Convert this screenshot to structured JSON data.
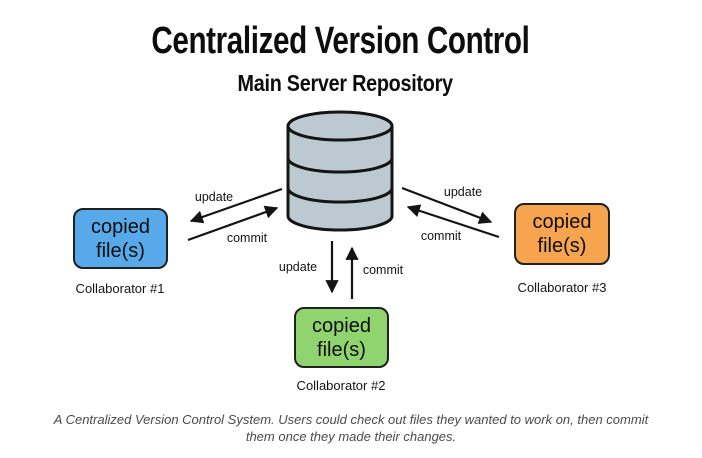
{
  "title": "Centralized Version Control",
  "server": {
    "label": "Main Server Repository",
    "fill": "#bcc9d1"
  },
  "boxes": [
    {
      "line1": "copied",
      "line2": "file(s)",
      "caption": "Collaborator #1",
      "fill": "#57a9e9"
    },
    {
      "line1": "copied",
      "line2": "file(s)",
      "caption": "Collaborator #2",
      "fill": "#90d470"
    },
    {
      "line1": "copied",
      "line2": "file(s)",
      "caption": "Collaborator #3",
      "fill": "#f7a44e"
    }
  ],
  "arrow_labels": {
    "update": "update",
    "commit": "commit"
  },
  "caption": {
    "line1": "A Centralized Version Control System. Users could check out files they wanted to work on, then commit",
    "line2": "them once they made their changes."
  },
  "colors": {
    "server_fill": "#bcc9d1",
    "box_border": "#202020",
    "line": "#141414"
  }
}
